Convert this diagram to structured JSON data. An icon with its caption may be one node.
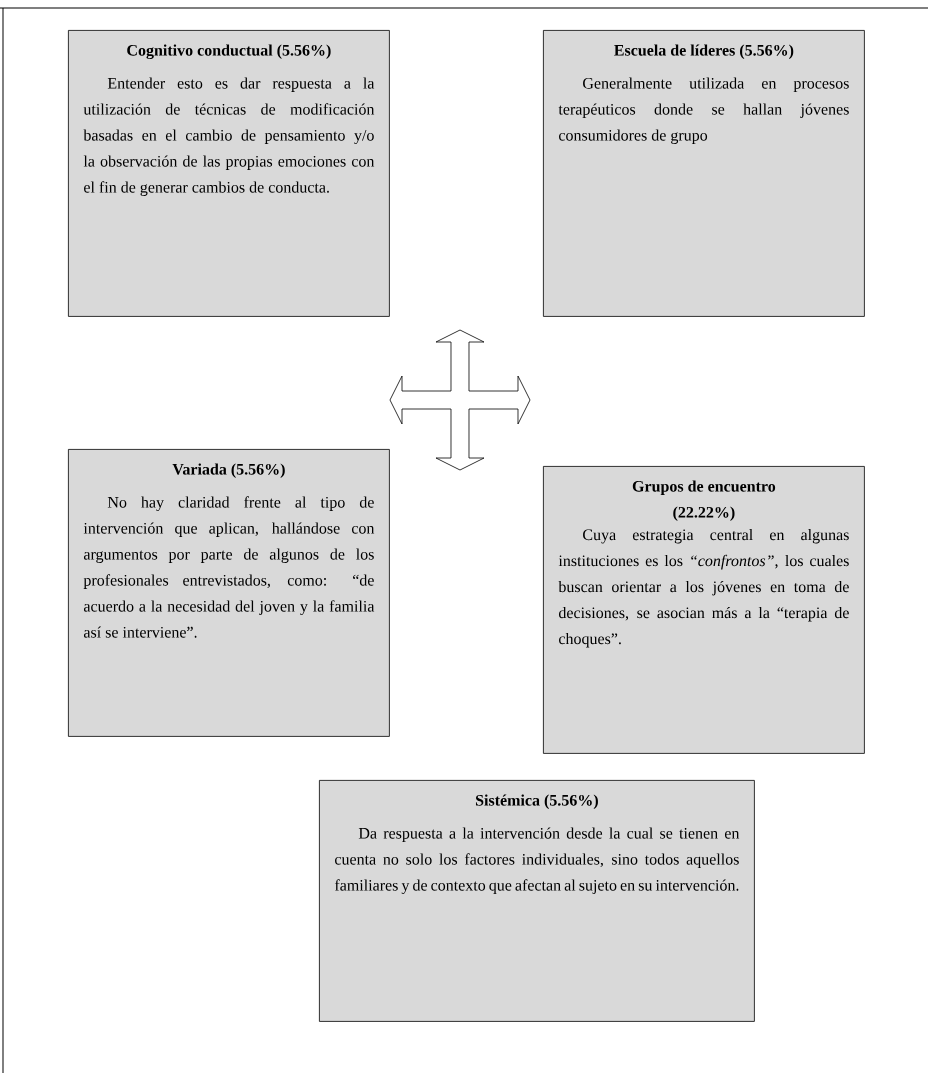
{
  "diagram": {
    "nodes": [
      {
        "text": [
          "Cognitivo conductual (5.56%)",
          "Entender esto es dar respuesta a la utilización de técnicas de modificación basadas en el cambio de pensamiento y/o la observación de las propias emociones con el fin de generar cambios de conducta."
        ]
      },
      {
        "text": [
          "Escuela de líderes (5.56%)",
          "Generalmente utilizada en procesos terapéuticos donde se hallan jóvenes consumidores de grupo"
        ]
      },
      {
        "text": [
          "Variada (5.56%)",
          "No hay claridad frente al tipo de intervención que aplican, hallándose con argumentos por parte de algunos de los profesionales entrevistados, como: “de acuerdo a la necesidad del joven y la familia así se interviene”."
        ]
      },
      {
        "text": [
          "Grupos de encuentro (22.22%)",
          "Cuya estrategia central en algunas instituciones es los *“confrontos”*, los cuales buscan orientar a los jóvenes en toma de decisiones, se asocian más a la “terapia de choques”."
        ]
      },
      {
        "text": [
          "Sistémica (5.56%)",
          "Da respuesta a la intervención desde la cual se tienen en cuenta no solo los factores individuales, sino todos aquellos familiares y de contexto que afectan al sujeto en su intervención."
        ]
      }
    ]
  }
}
